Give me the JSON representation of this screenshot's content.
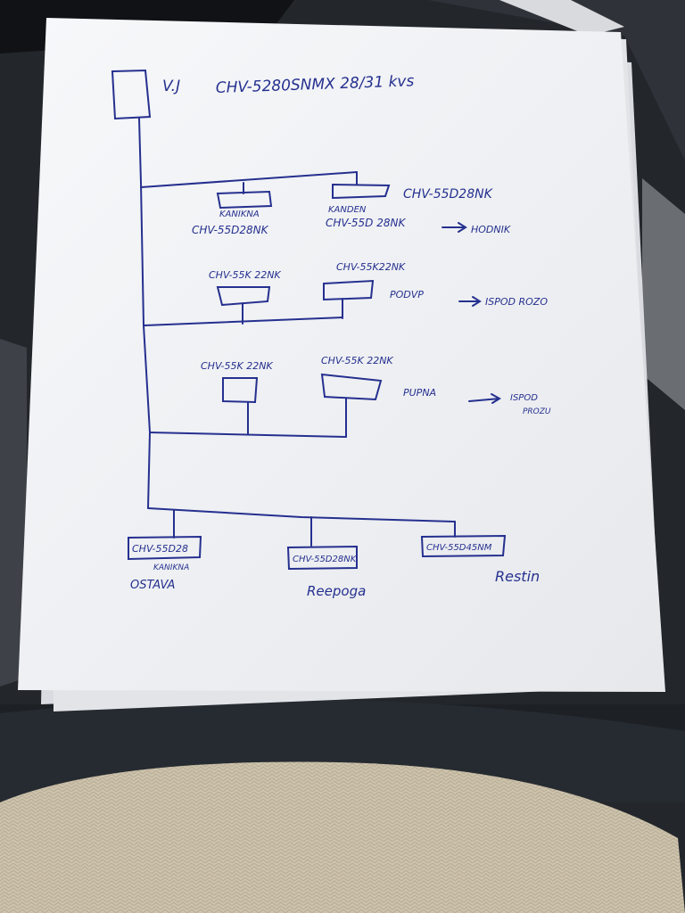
{
  "colors": {
    "ink": "#25308f",
    "paper": "#f4f5f7",
    "seat_fabric": "#2a2f36",
    "knit_blanket": "#cfc6b2"
  },
  "diagram": {
    "header": {
      "vj_label": "V.J",
      "main_amp_label": "CHV-5280SNMX 28/31 kvs"
    },
    "branch1": {
      "left_box_top": "KANIKNA",
      "left_box_bottom": "CHV-55D28NK",
      "right_box_side": "CHV-55D28NK",
      "right_box_top": "KANDEN",
      "right_box_bottom": "CHV-55D 28NK",
      "arrow": "→",
      "right_destination": "HODNIK"
    },
    "branch2": {
      "left_label": "CHV-55K 22NK",
      "right_label": "CHV-55K22NK",
      "right_note": "PODVP",
      "arrow": "→",
      "right_destination": "ISPOD ROZO"
    },
    "branch3": {
      "left_label": "CHV-55K 22NK",
      "right_label": "CHV-55K 22NK",
      "right_note": "PUPNA",
      "arrow": "→",
      "destination_line1": "ISPOD",
      "destination_line2": "PROZU"
    },
    "bottom": {
      "box1": "CHV-55D28",
      "box1_sub": "KANIKNA",
      "box1_note": "OSTAVA",
      "box2": "CHV-55D28NK",
      "box2_note": "Reepoga",
      "box3": "CHV-55D45NM",
      "box3_note": "Restin"
    }
  }
}
